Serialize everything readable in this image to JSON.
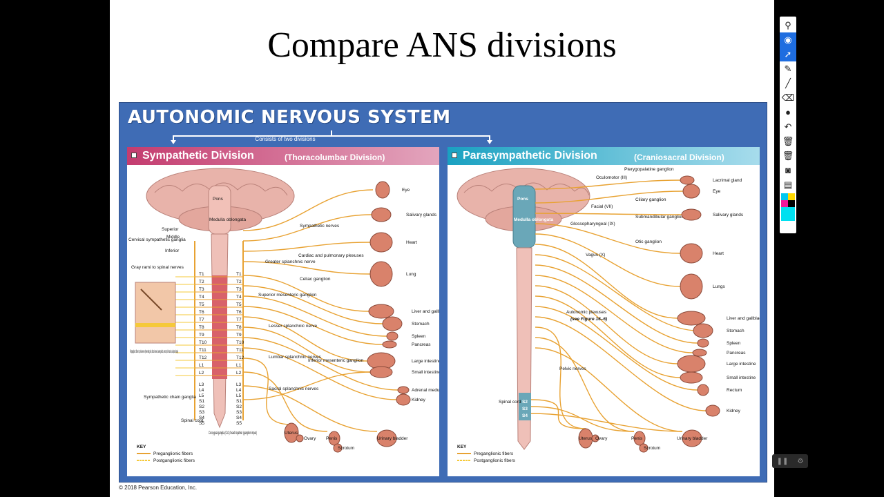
{
  "slide": {
    "title": "Compare ANS divisions",
    "copyright": "© 2018 Pearson Education, Inc."
  },
  "figure": {
    "title": "AUTONOMIC NERVOUS SYSTEM",
    "subtitle": "Consists of two divisions",
    "colors": {
      "background": "#3f6cb5",
      "preganglionic": "#e8a232",
      "postganglionic": "#f5c93a",
      "spinal_cord": "#e6a3a0"
    },
    "left": {
      "heading": "Sympathetic Division",
      "subheading": "(Thoracolumbar Division)",
      "brain_labels": {
        "pons": "Pons",
        "medulla": "Medulla oblongata"
      },
      "ganglia_group": {
        "title": "Cervical sympathetic ganglia",
        "superior": "Superior",
        "middle": "Middle",
        "inferior": "Inferior"
      },
      "gray_rami": "Gray rami to spinal nerves",
      "postganglionic_fibers": "Postganglionic fibers to spinal nerves (innervating skin, blood vessels, sweat glands, arrector pili muscles, adipose tissue)",
      "chain_ganglia": "Sympathetic chain ganglia",
      "spinal_cord": "Spinal cord",
      "coccygeal": "Coccygeal ganglia (Co1) fused together (ganglion impar)",
      "segments": [
        "T1",
        "T2",
        "T3",
        "T4",
        "T5",
        "T6",
        "T7",
        "T8",
        "T9",
        "T10",
        "T11",
        "T12",
        "L1",
        "L2"
      ],
      "lower_segments": [
        "L3",
        "L4",
        "L5",
        "S1",
        "S2",
        "S3",
        "S4",
        "S5"
      ],
      "nerves": [
        "Sympathetic nerves",
        "Cardiac and pulmonary plexuses",
        "Greater splanchnic nerve",
        "Celiac ganglion",
        "Superior mesenteric ganglion",
        "Lesser splanchnic nerve",
        "Lumbar splanchnic nerves",
        "Inferior mesenteric ganglion",
        "Sacral splanchnic nerves"
      ],
      "organs": [
        "Eye",
        "Salivary glands",
        "Heart",
        "Lung",
        "Liver and gallbladder",
        "Stomach",
        "Spleen",
        "Pancreas",
        "Large intestine",
        "Small intestine",
        "Adrenal medulla",
        "Kidney",
        "Uterus",
        "Ovary",
        "Penis",
        "Scrotum",
        "Urinary bladder"
      ],
      "key": {
        "title": "KEY",
        "pre": "Preganglionic fibers",
        "post": "Postganglionic fibers"
      }
    },
    "right": {
      "heading": "Parasympathetic Division",
      "subheading": "(Craniosacral Division)",
      "brain_labels": {
        "pons": "Pons",
        "medulla": "Medulla oblongata"
      },
      "cranial": [
        "Oculomotor (III)",
        "Facial (VII)",
        "Glossopharyngeal (IX)",
        "Vagus (X)"
      ],
      "ganglia": [
        "Pterygopalatine ganglion",
        "Ciliary ganglion",
        "Submandibular ganglion",
        "Otic ganglion"
      ],
      "plexuses": "Autonomic plexuses",
      "plexuses_ref": "(see Figure 16–6)",
      "pelvic": "Pelvic nerves",
      "spinal_cord": "Spinal cord",
      "sacral": [
        "S2",
        "S3",
        "S4"
      ],
      "organs": [
        "Lacrimal gland",
        "Eye",
        "Salivary glands",
        "Heart",
        "Lungs",
        "Liver and gallbladder",
        "Stomach",
        "Spleen",
        "Pancreas",
        "Large intestine",
        "Small intestine",
        "Rectum",
        "Kidney",
        "Uterus",
        "Ovary",
        "Penis",
        "Scrotum",
        "Urinary bladder"
      ],
      "key": {
        "title": "KEY",
        "pre": "Preganglionic fibers",
        "post": "Postganglionic fibers"
      }
    }
  },
  "toolbar": {
    "tools": [
      "pin-icon",
      "eye-icon",
      "pointer-icon",
      "pen-icon",
      "line-icon",
      "eraser-icon",
      "dot-icon",
      "undo-icon",
      "trash-icon",
      "trash-all-icon",
      "camera-icon",
      "clipboard-icon",
      "color-palette-icon"
    ],
    "active": "pointer-icon"
  }
}
